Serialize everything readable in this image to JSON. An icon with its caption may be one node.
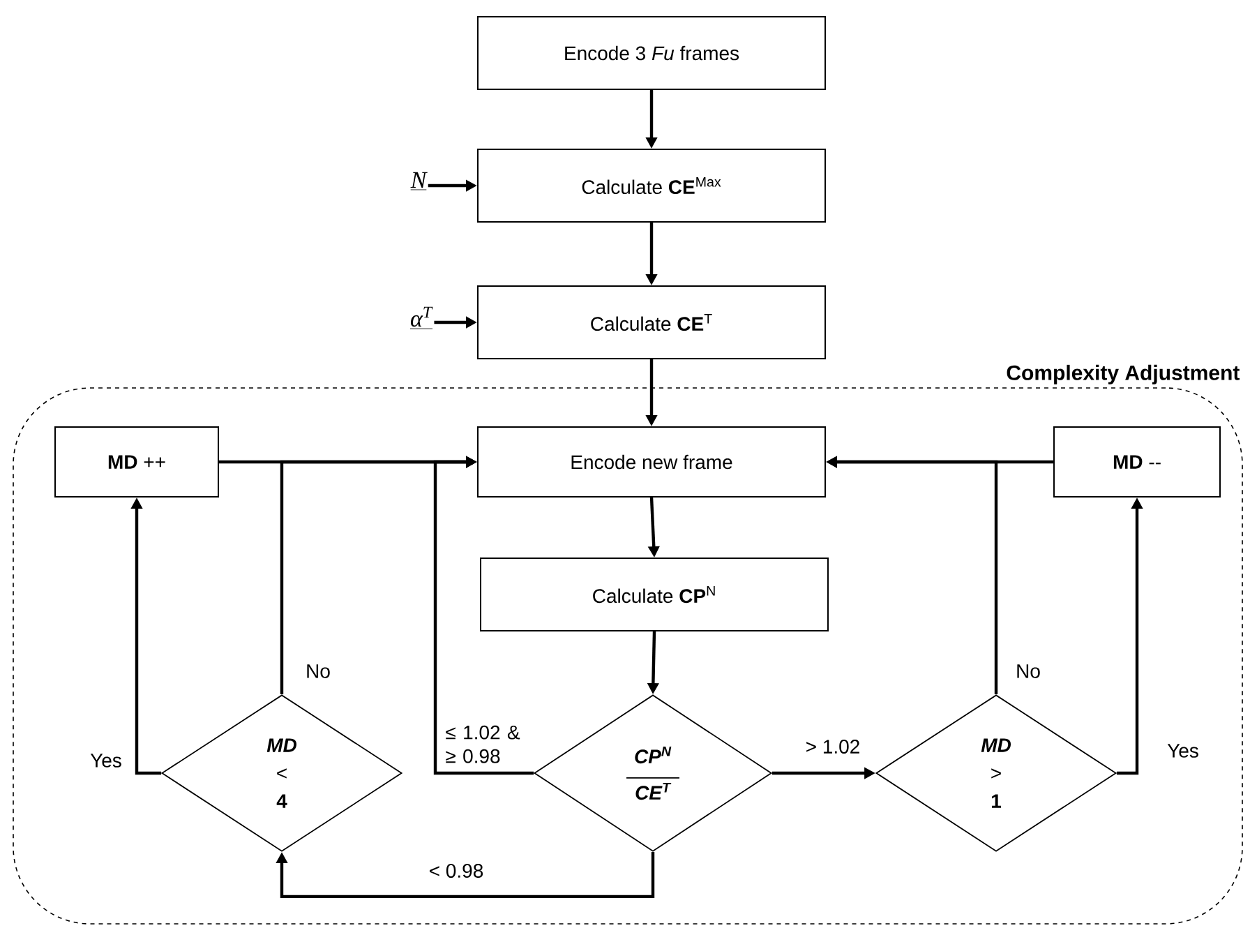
{
  "diagram": {
    "nodes": [
      {
        "text": [
          "Encode 3 *Fu* frames"
        ]
      },
      {
        "text": [
          "N"
        ]
      },
      {
        "text": [
          "Calculate **CE**$^{Max}$"
        ]
      },
      {
        "text": [
          "α$^{T}$"
        ]
      },
      {
        "text": [
          "Calculate **CE**$^{T}$"
        ]
      },
      {
        "text": [
          "Complexity Adjustment"
        ]
      },
      {
        "text": [
          "**MD** ++"
        ],
        "in": 5
      },
      {
        "text": [
          "Encode new frame"
        ],
        "in": 5
      },
      {
        "text": [
          "**MD** --"
        ],
        "in": 5
      },
      {
        "text": [
          "Calculate **CP**$^{N}$"
        ],
        "in": 5
      },
      {
        "text": [
          "MD",
          "<",
          "4"
        ],
        "in": 5
      },
      {
        "text": [
          "CP$^{N}$",
          "CE$^{T}$"
        ],
        "in": 5
      },
      {
        "text": [
          "MD",
          ">",
          "1"
        ],
        "in": 5
      }
    ],
    "edges": [
      {
        "from": 0,
        "to": 2,
        "arrow": "to"
      },
      {
        "from": 1,
        "to": 2,
        "arrow": "to"
      },
      {
        "from": 2,
        "to": 4,
        "arrow": "to"
      },
      {
        "from": 3,
        "to": 4,
        "arrow": "to"
      },
      {
        "from": 4,
        "to": 7,
        "arrow": "to"
      },
      {
        "from": 6,
        "to": 7,
        "arrow": "to"
      },
      {
        "from": 10,
        "to": 6,
        "arrow": "to",
        "label": "Yes"
      },
      {
        "from": 10,
        "to": 7,
        "arrow": "to",
        "label": "No"
      },
      {
        "from": 11,
        "to": 7,
        "arrow": "to",
        "label": "≤ 1.02 & ≥ 0.98"
      },
      {
        "from": 7,
        "to": 9,
        "arrow": "to"
      },
      {
        "from": 9,
        "to": 11,
        "arrow": "to"
      },
      {
        "from": 11,
        "to": 12,
        "arrow": "to",
        "label": "> 1.02"
      },
      {
        "from": 11,
        "to": 10,
        "arrow": "to",
        "label": "< 0.98"
      },
      {
        "from": 12,
        "to": 7,
        "arrow": "to",
        "label": "No"
      },
      {
        "from": 12,
        "to": 8,
        "arrow": "to",
        "label": "Yes"
      },
      {
        "from": 8,
        "to": 7,
        "arrow": "to"
      }
    ]
  }
}
